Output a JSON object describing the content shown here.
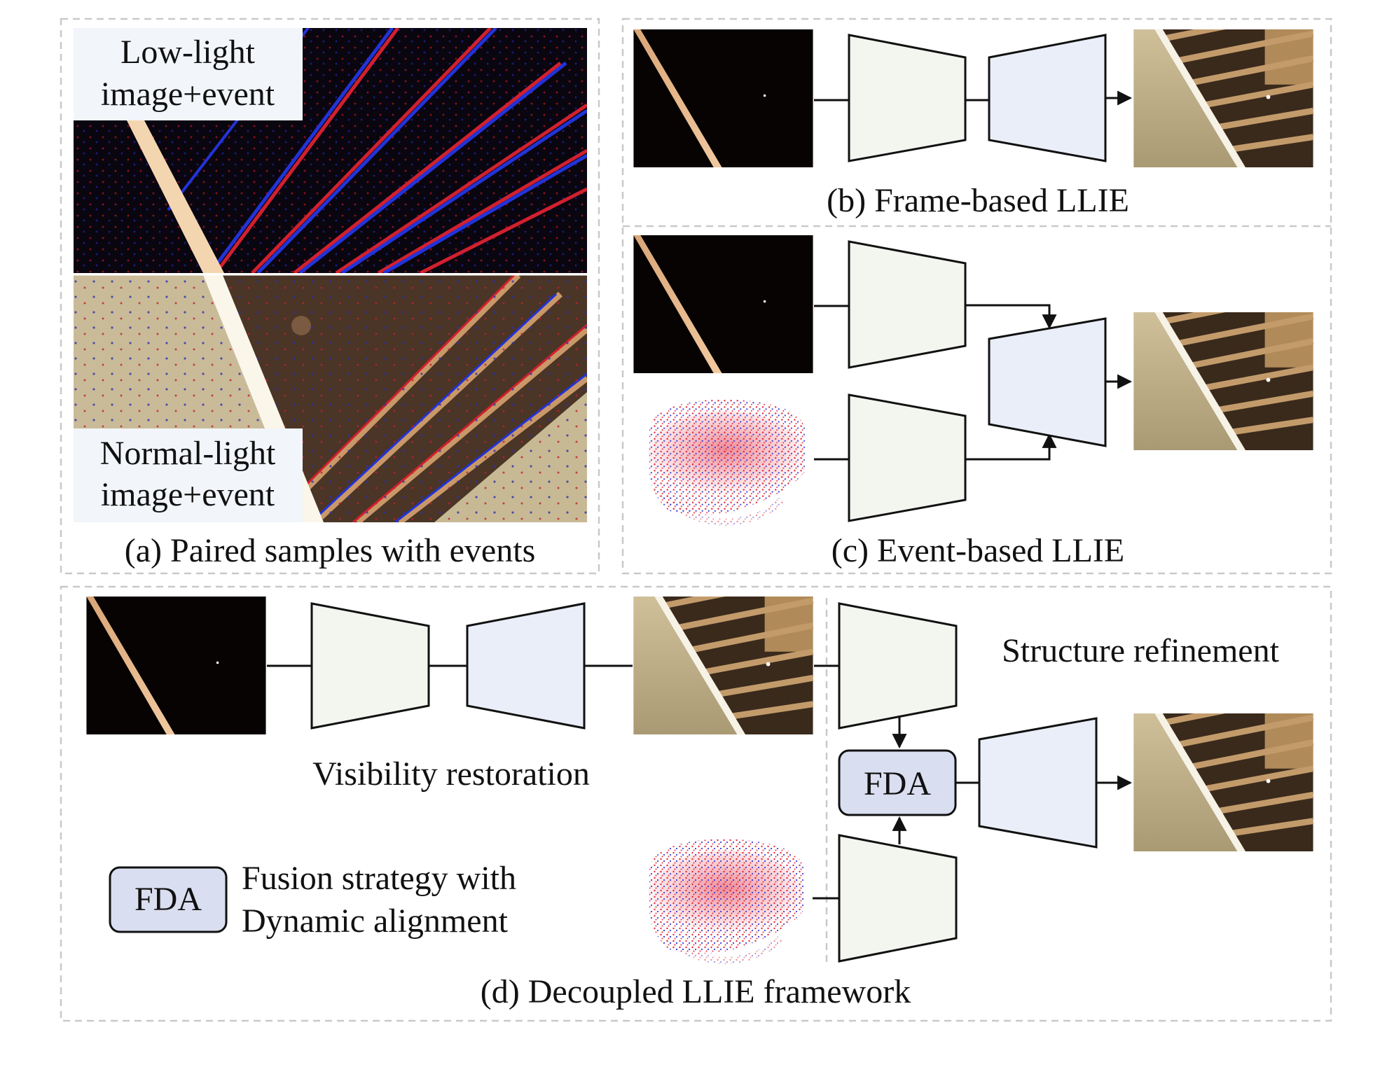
{
  "panels": {
    "a": {
      "caption": "(a) Paired samples with events",
      "low_label_line1": "Low-light",
      "low_label_line2": "image+event",
      "normal_label_line1": "Normal-light",
      "normal_label_line2": "image+event"
    },
    "b": {
      "caption": "(b) Frame-based LLIE"
    },
    "c": {
      "caption": "(c) Event-based LLIE"
    },
    "d": {
      "caption": "(d) Decoupled LLIE framework",
      "visibility_label": "Visibility restoration",
      "structure_label": "Structure refinement",
      "fda_block": "FDA",
      "legend_box": "FDA",
      "legend_line1": "Fusion strategy with",
      "legend_line2": "Dynamic alignment"
    }
  },
  "colors": {
    "encoder_fill": "#f3f5ef",
    "decoder_fill": "#e9eef8",
    "fda_fill": "#d9def0",
    "event_positive": "#e01a2b",
    "event_negative": "#2a2ad0",
    "panel_border": "#c9c9c9"
  },
  "icons": [
    "arrow-icon"
  ]
}
